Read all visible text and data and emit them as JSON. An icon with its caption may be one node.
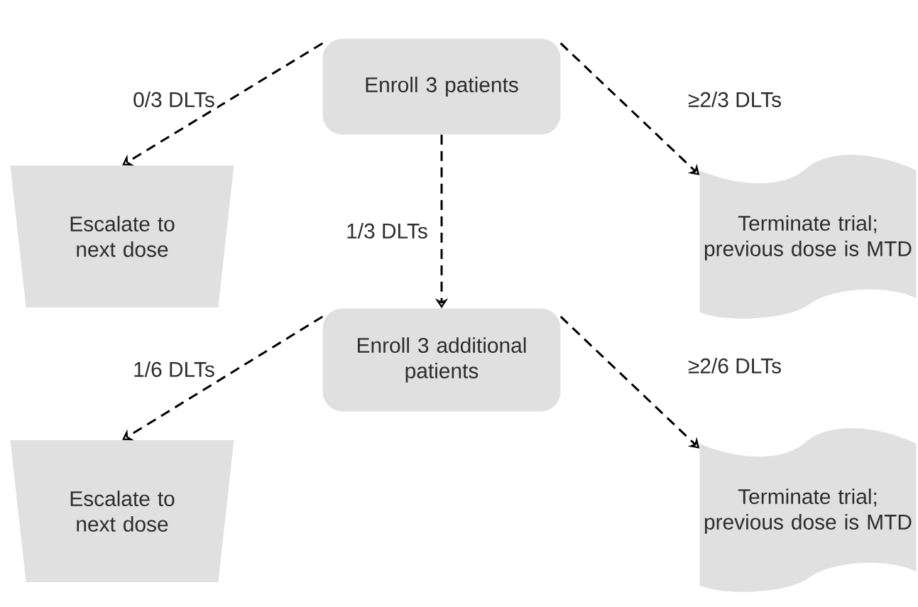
{
  "diagram": {
    "nodes": [
      {
        "text": [
          "Enroll 3 patients"
        ]
      },
      {
        "text": [
          "Escalate to next dose"
        ]
      },
      {
        "text": [
          "Terminate trial; previous dose is MTD"
        ]
      },
      {
        "text": [
          "Enroll 3 additional patients"
        ]
      },
      {
        "text": [
          "Escalate to next dose"
        ]
      },
      {
        "text": [
          "Terminate trial; previous dose is MTD"
        ]
      }
    ],
    "edges": [
      {
        "from": 0,
        "to": 1,
        "arrow": "to",
        "label": "0/3 DLTs",
        "style": "dashed"
      },
      {
        "from": 0,
        "to": 3,
        "arrow": "to",
        "label": "1/3 DLTs",
        "style": "dashed"
      },
      {
        "from": 0,
        "to": 2,
        "arrow": "to",
        "label": "≥2/3 DLTs",
        "style": "dashed"
      },
      {
        "from": 3,
        "to": 4,
        "arrow": "to",
        "label": "1/6 DLTs",
        "style": "dashed"
      },
      {
        "from": 3,
        "to": 5,
        "arrow": "to",
        "label": "≥2/6 DLTs",
        "style": "dashed"
      }
    ]
  }
}
